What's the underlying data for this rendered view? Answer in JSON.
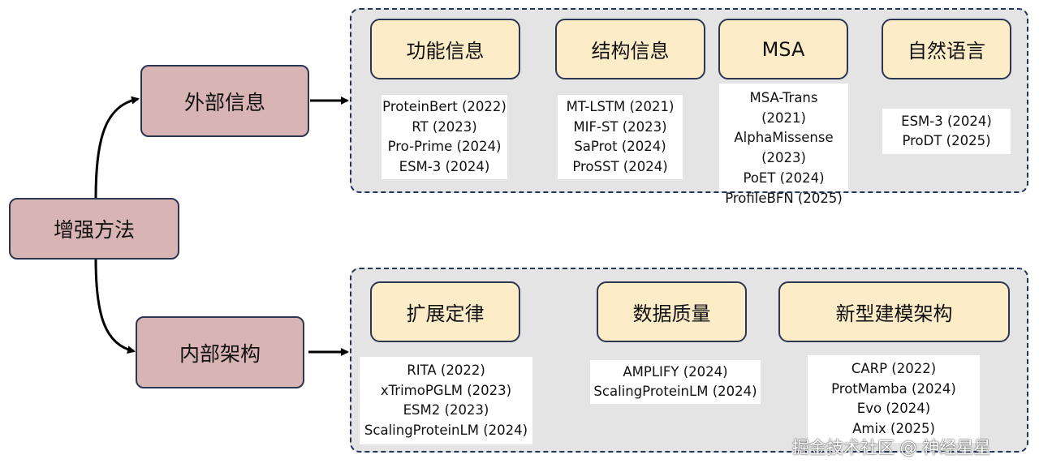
{
  "root": {
    "label": "增强方法"
  },
  "external": {
    "label": "外部信息",
    "categories": [
      {
        "title": "功能信息",
        "items": [
          "ProteinBert (2022)",
          "RT (2023)",
          "Pro-Prime (2024)",
          "ESM-3 (2024)"
        ]
      },
      {
        "title": "结构信息",
        "items": [
          "MT-LSTM (2021)",
          "MIF-ST (2023)",
          "SaProt (2024)",
          "ProSST (2024)"
        ]
      },
      {
        "title": "MSA",
        "items": [
          "MSA-Trans",
          "(2021)",
          "AlphaMissense",
          "(2023)",
          "PoET (2024)",
          "ProfileBFN (2025)"
        ]
      },
      {
        "title": "自然语言",
        "items": [
          "ESM-3 (2024)",
          "ProDT (2025)"
        ]
      }
    ]
  },
  "internal": {
    "label": "内部架构",
    "categories": [
      {
        "title": "扩展定律",
        "items": [
          "RITA (2022)",
          "xTrimoPGLM (2023)",
          "ESM2 (2023)",
          "ScalingProteinLM (2024)"
        ]
      },
      {
        "title": "数据质量",
        "items": [
          "AMPLIFY (2024)",
          "ScalingProteinLM (2024)"
        ]
      },
      {
        "title": "新型建模架构",
        "items": [
          "CARP (2022)",
          "ProtMamba (2024)",
          "Evo (2024)",
          "Amix (2025)"
        ]
      }
    ]
  },
  "watermark": "掘金技术社区 @ 神经星星"
}
